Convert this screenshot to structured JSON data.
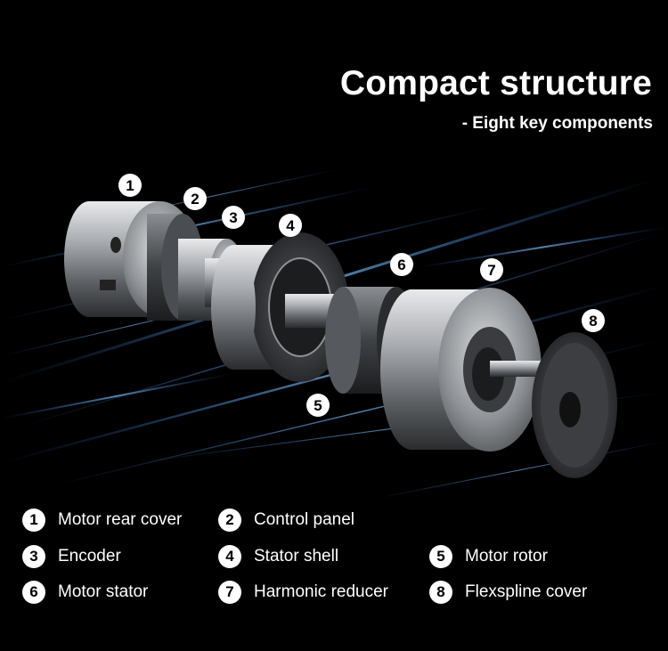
{
  "heading": {
    "title": "Compact structure",
    "subtitle": "- Eight key components"
  },
  "callouts": [
    "1",
    "2",
    "3",
    "4",
    "5",
    "6",
    "7",
    "8"
  ],
  "legend": [
    {
      "num": "1",
      "label": "Motor rear cover"
    },
    {
      "num": "2",
      "label": "Control panel"
    },
    {
      "num": "3",
      "label": "Encoder"
    },
    {
      "num": "4",
      "label": "Stator shell"
    },
    {
      "num": "5",
      "label": "Motor rotor"
    },
    {
      "num": "6",
      "label": "Motor stator"
    },
    {
      "num": "7",
      "label": "Harmonic reducer"
    },
    {
      "num": "8",
      "label": "Flexspline cover"
    }
  ],
  "colors": {
    "background": "#000000",
    "text": "#ffffff",
    "light_streak": "#4aa8ff",
    "metal": "#b9bcc0"
  }
}
